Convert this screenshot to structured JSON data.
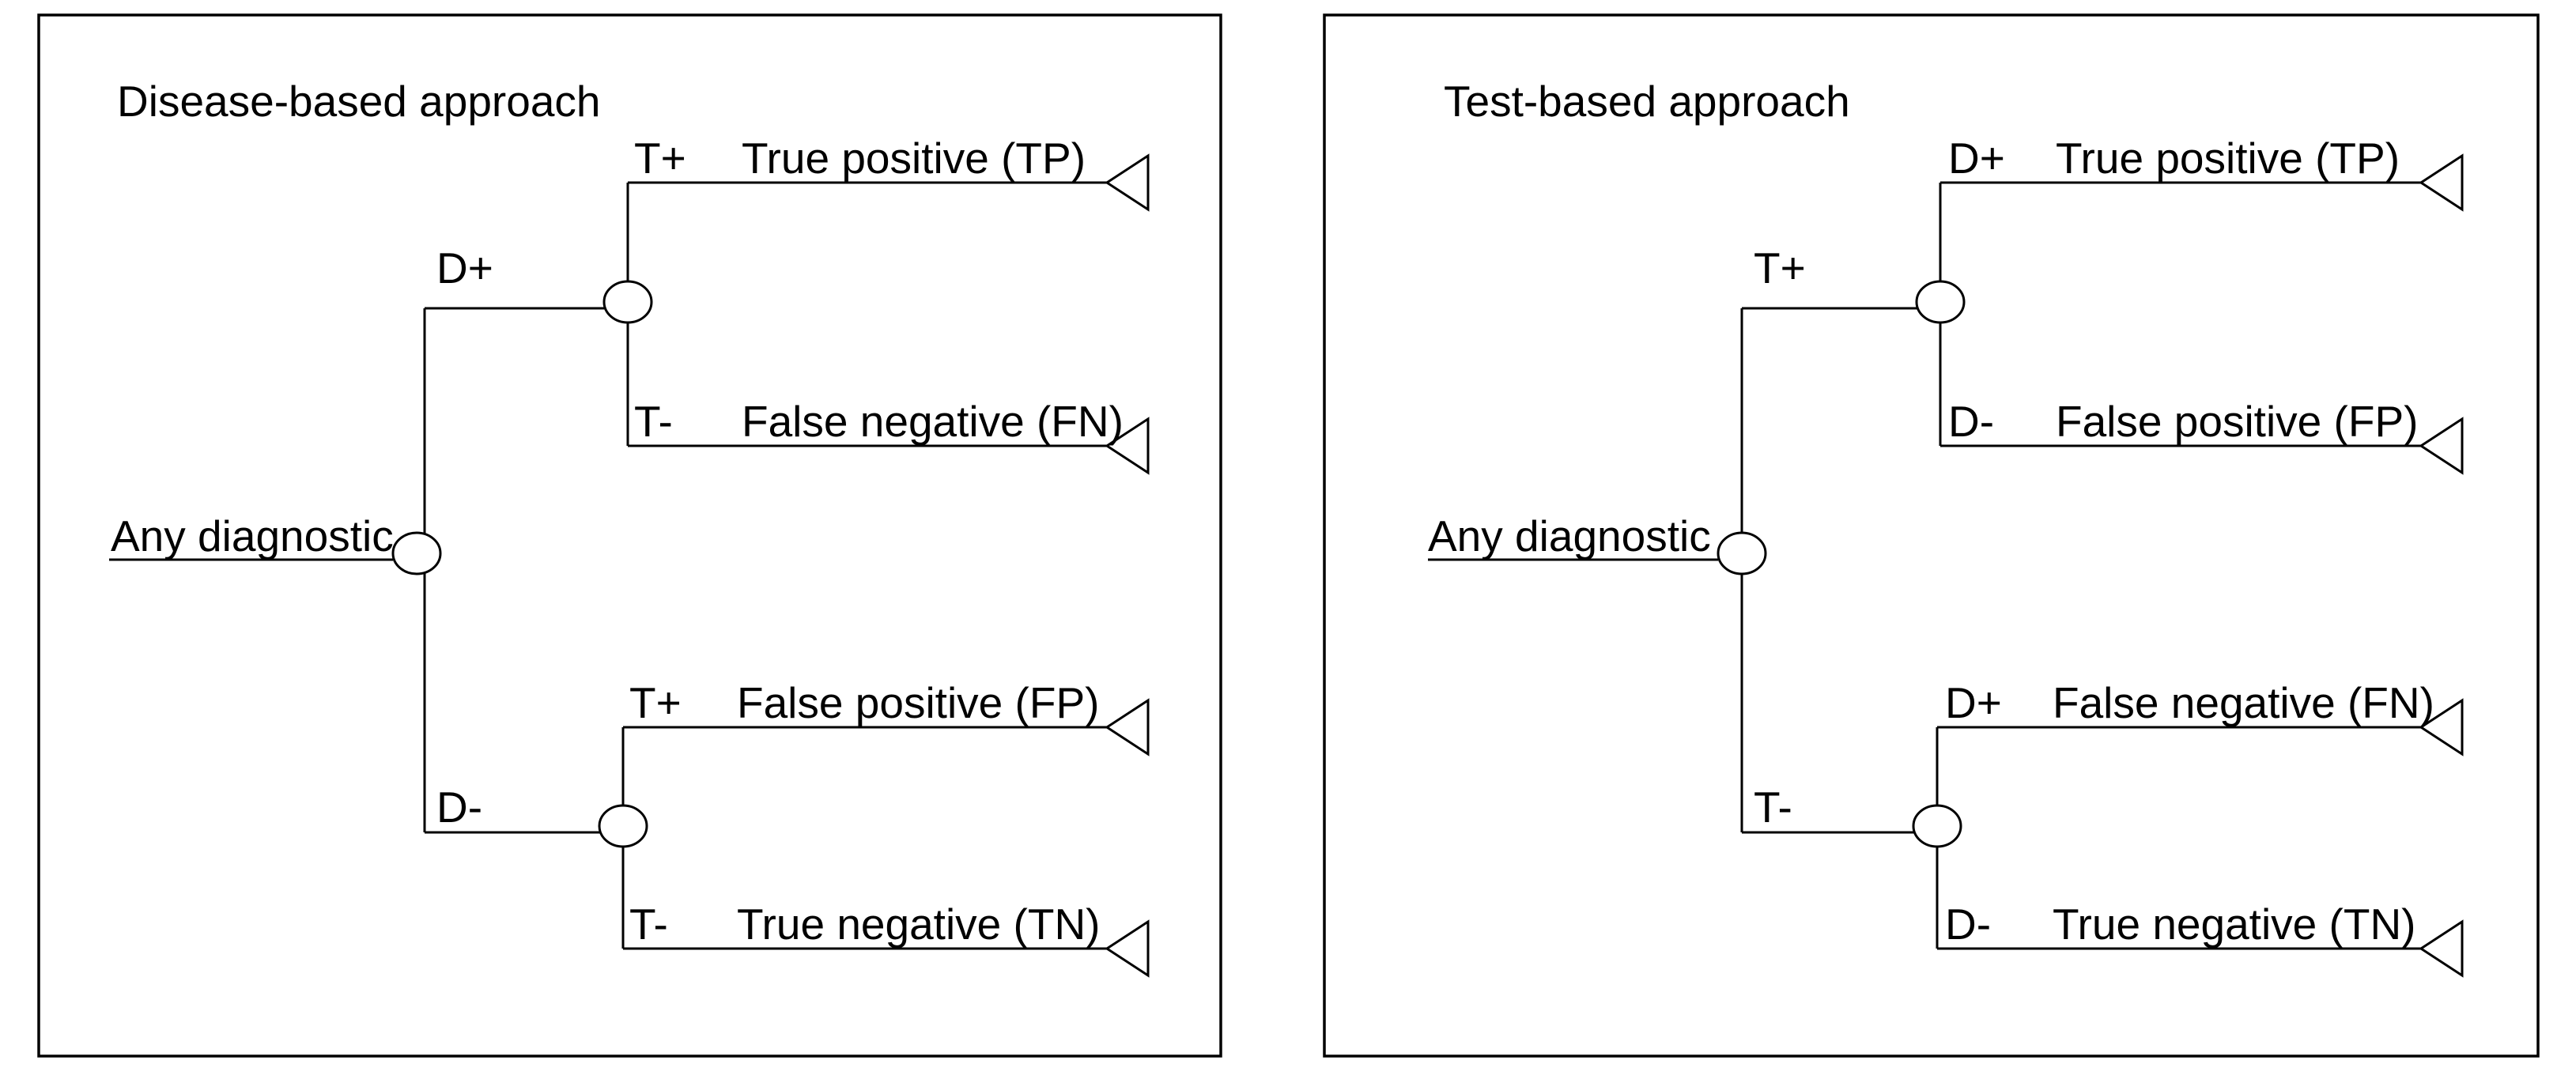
{
  "panels": [
    {
      "title": "Disease-based approach",
      "root_label": "Any diagnostic",
      "branches": [
        {
          "label": "D+",
          "children": [
            {
              "label": "T+",
              "outcome": "True positive (TP)"
            },
            {
              "label": "T-",
              "outcome": "False negative (FN)"
            }
          ]
        },
        {
          "label": "D-",
          "children": [
            {
              "label": "T+",
              "outcome": "False positive (FP)"
            },
            {
              "label": "T-",
              "outcome": "True negative (TN)"
            }
          ]
        }
      ]
    },
    {
      "title": "Test-based approach",
      "root_label": "Any diagnostic",
      "branches": [
        {
          "label": "T+",
          "children": [
            {
              "label": "D+",
              "outcome": "True positive (TP)"
            },
            {
              "label": "D-",
              "outcome": "False positive (FP)"
            }
          ]
        },
        {
          "label": "T-",
          "children": [
            {
              "label": "D+",
              "outcome": "False negative (FN)"
            },
            {
              "label": "D-",
              "outcome": "True negative (TN)"
            }
          ]
        }
      ]
    }
  ],
  "colors": {
    "line": "#000000",
    "text": "#000000",
    "background": "#ffffff"
  }
}
